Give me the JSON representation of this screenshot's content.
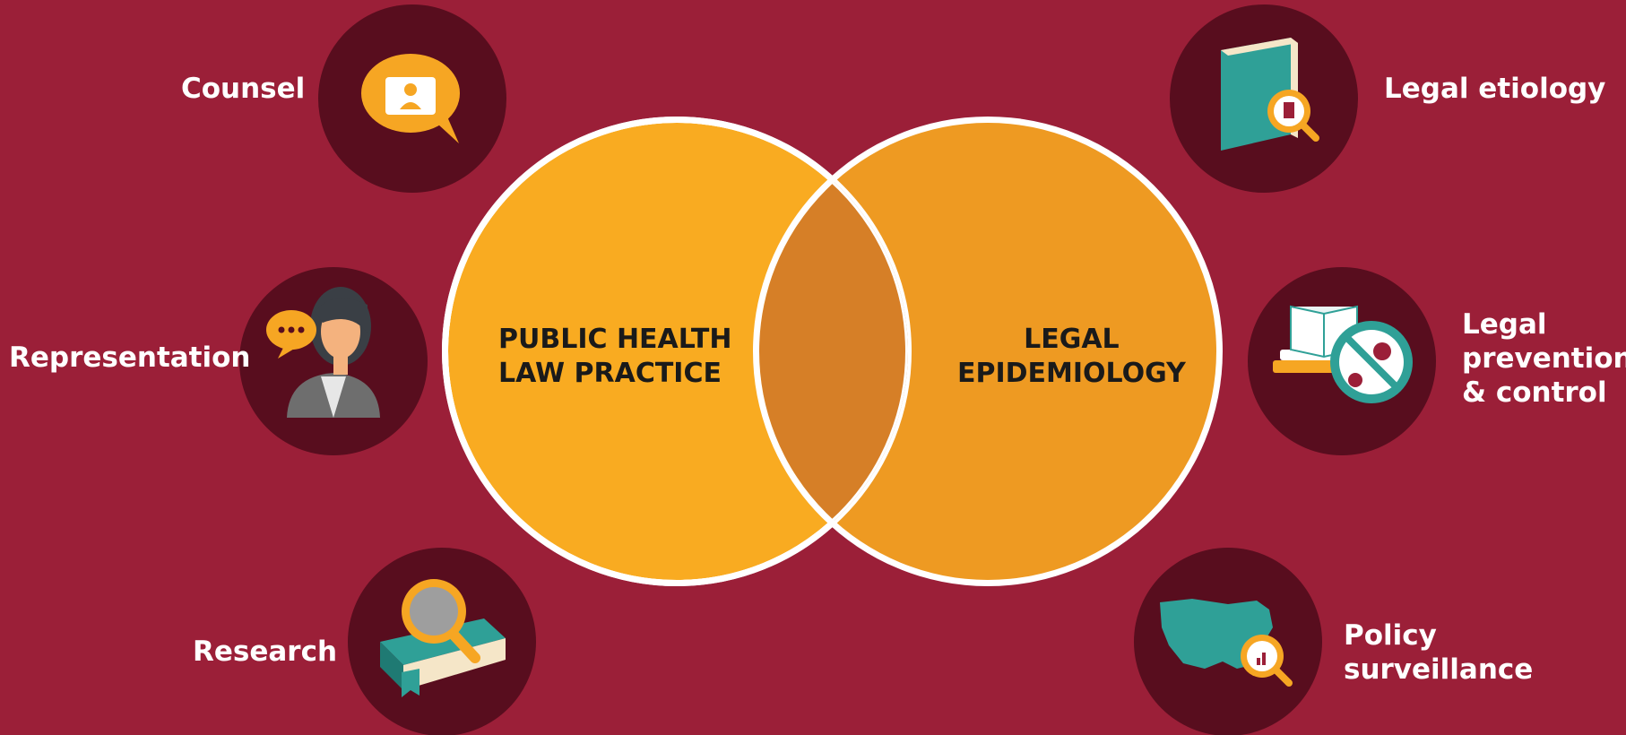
{
  "colors": {
    "background": "#9B1F38",
    "icon_circle": "#580D1E",
    "circle_left": "#F9AB21",
    "circle_right": "#EE9A22",
    "overlap": "#D67F27",
    "teal": "#2FA097",
    "orange": "#F6A623"
  },
  "venn": {
    "left_line1": "PUBLIC HEALTH",
    "left_line2": "LAW PRACTICE",
    "right_line1": "LEGAL",
    "right_line2": "EPIDEMIOLOGY"
  },
  "left_items": [
    {
      "label": "Counsel",
      "icon": "speech-bubble-id-icon"
    },
    {
      "label": "Representation",
      "icon": "lawyer-woman-icon"
    },
    {
      "label": "Research",
      "icon": "book-magnifier-icon"
    }
  ],
  "right_items": [
    {
      "label": "Legal etiology",
      "icon": "book-magnifier-icon"
    },
    {
      "line1": "Legal",
      "line2": "prevention",
      "line3": "& control",
      "icon": "no-virus-book-icon"
    },
    {
      "line1": "Policy",
      "line2": "surveillance",
      "icon": "us-map-magnifier-icon"
    }
  ]
}
